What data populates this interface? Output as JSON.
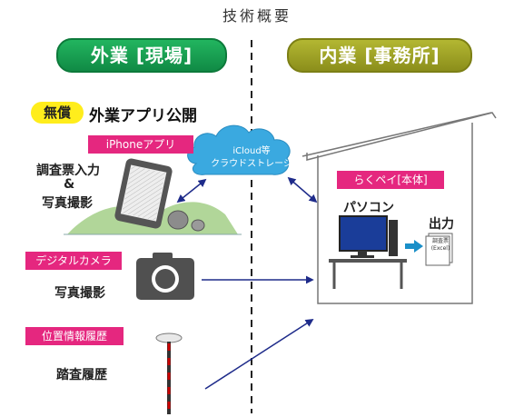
{
  "title": "技術概要",
  "left_header": "外業 [現場]",
  "right_header": "内業 [事務所]",
  "free_badge": "無償",
  "app_release": "外業アプリ公開",
  "tags": {
    "iphone": "iPhoneアプリ",
    "camera": "デジタルカメラ",
    "location": "位置情報履歴",
    "rakupei": "らくペイ[本体]"
  },
  "cloud": {
    "line1": "iCloud等",
    "line2": "クラウドストレージ"
  },
  "labels": {
    "survey_input": "調査票入力",
    "ampersand": "&",
    "photo_shoot": "写真撮影",
    "camera_photo": "写真撮影",
    "survey_history": "踏査履歴",
    "pc": "パソコン",
    "output": "出力"
  },
  "document": {
    "line1": "調査票",
    "line2": "(Excel)"
  },
  "colors": {
    "left_accent": "#13a050",
    "right_accent": "#9fa31f",
    "tag": "#e5277f",
    "badge": "#ffed1c",
    "cloud": "#3aa9e0",
    "arrow": "#1e2b8a",
    "monitor": "#1a3d99"
  }
}
